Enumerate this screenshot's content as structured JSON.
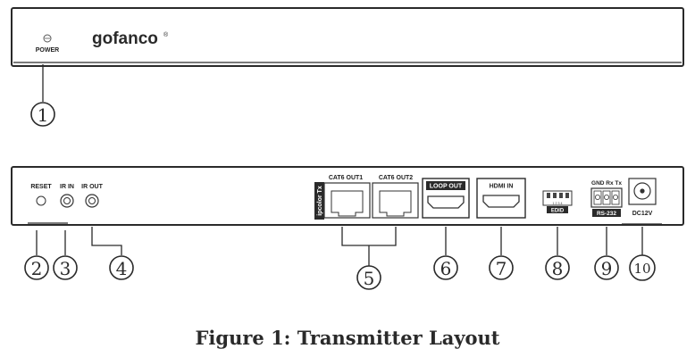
{
  "front": {
    "power_label": "POWER",
    "logo_text": "gofanco",
    "logo_mark": "®"
  },
  "rear": {
    "reset_label": "RESET",
    "ir_in_label": "IR IN",
    "ir_out_label": "IR OUT",
    "side_label": "ipcolor Tx",
    "cat6_out1_label": "CAT6 OUT1",
    "cat6_out2_label": "CAT6 OUT2",
    "loop_out_label": "LOOP OUT",
    "hdmi_in_label": "HDMI IN",
    "edid_label": "EDID",
    "edid_switch_numbers": "1 2 3 4",
    "rs232_pins_label": "GND Rx Tx",
    "rs232_label": "RS-232",
    "dc_label": "DC12V"
  },
  "callouts": [
    "1",
    "2",
    "3",
    "4",
    "5",
    "6",
    "7",
    "8",
    "9",
    "10"
  ],
  "caption": "Figure 1: Transmitter Layout"
}
